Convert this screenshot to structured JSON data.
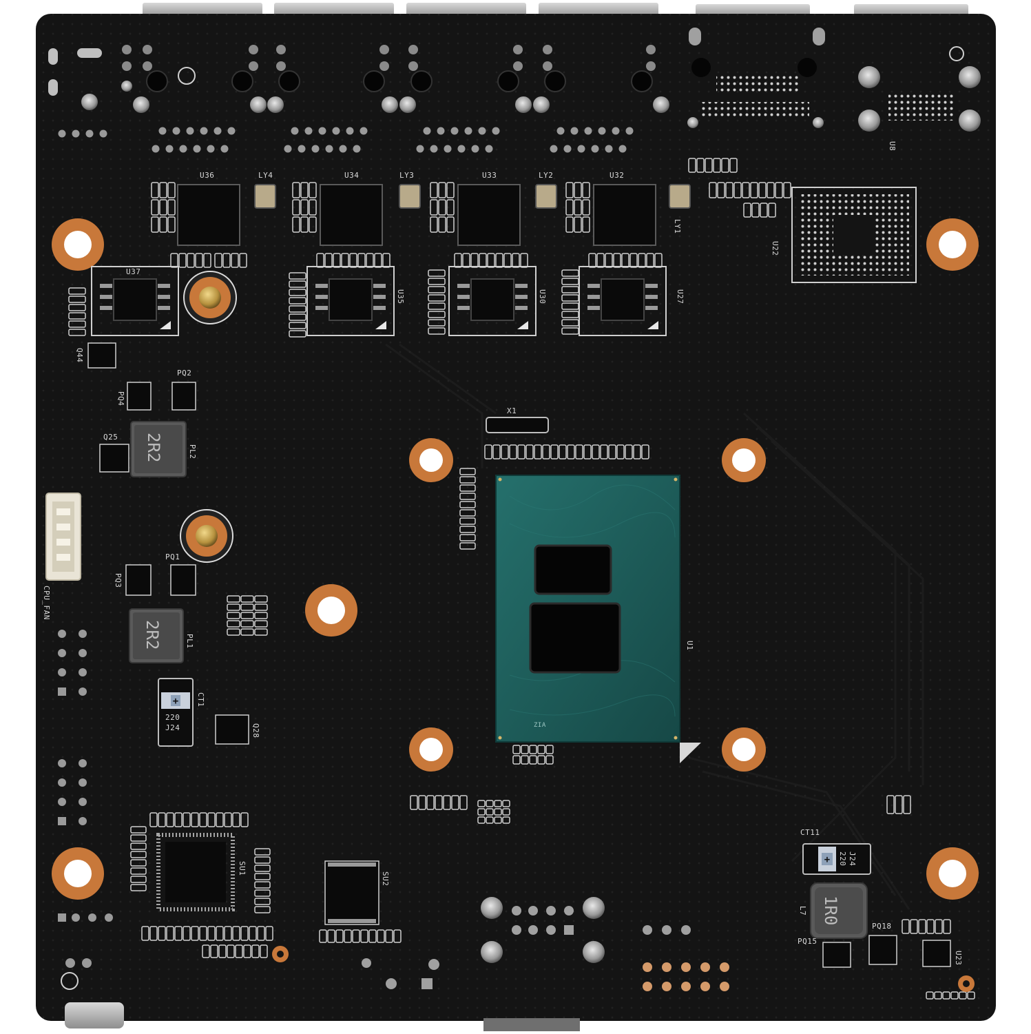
{
  "board": {
    "colors": {
      "pcb": "#141414",
      "mount_copper": "#c8783a",
      "cpu_substrate": "#1e5a58",
      "die": "#050505",
      "silkscreen": "#d9d9d9",
      "metal": "#a8a8a8"
    },
    "labels": {
      "u36": "U36",
      "u34": "U34",
      "u33": "U33",
      "u32": "U32",
      "ly4": "LY4",
      "ly3": "LY3",
      "ly2": "LY2",
      "ly1": "LY1",
      "u37": "U37",
      "u35": "U35",
      "u30": "U30",
      "u27": "U27",
      "u22": "U22",
      "u8": "U8",
      "q44": "Q44",
      "pq2": "PQ2",
      "pq4": "PQ4",
      "q25": "Q25",
      "pl2": "PL2",
      "pl1": "PL1",
      "pq1": "PQ1",
      "pq3": "PQ3",
      "cpu_fan": "CPU_FAN",
      "ct1": "CT1",
      "q28": "Q28",
      "su1": "SU1",
      "su2": "SU2",
      "x1": "X1",
      "u1": "U1",
      "zia": "ZIA",
      "ct11": "CT11",
      "l7": "L7",
      "pq15": "PQ15",
      "pq18": "PQ18",
      "u23": "U23",
      "inductor_1": "2R2",
      "inductor_2": "2R2",
      "inductor_3": "1R0",
      "cap1_top": "220",
      "cap1_bottom": "J24",
      "cap2_top": "220",
      "cap2_bottom": "J24"
    }
  }
}
